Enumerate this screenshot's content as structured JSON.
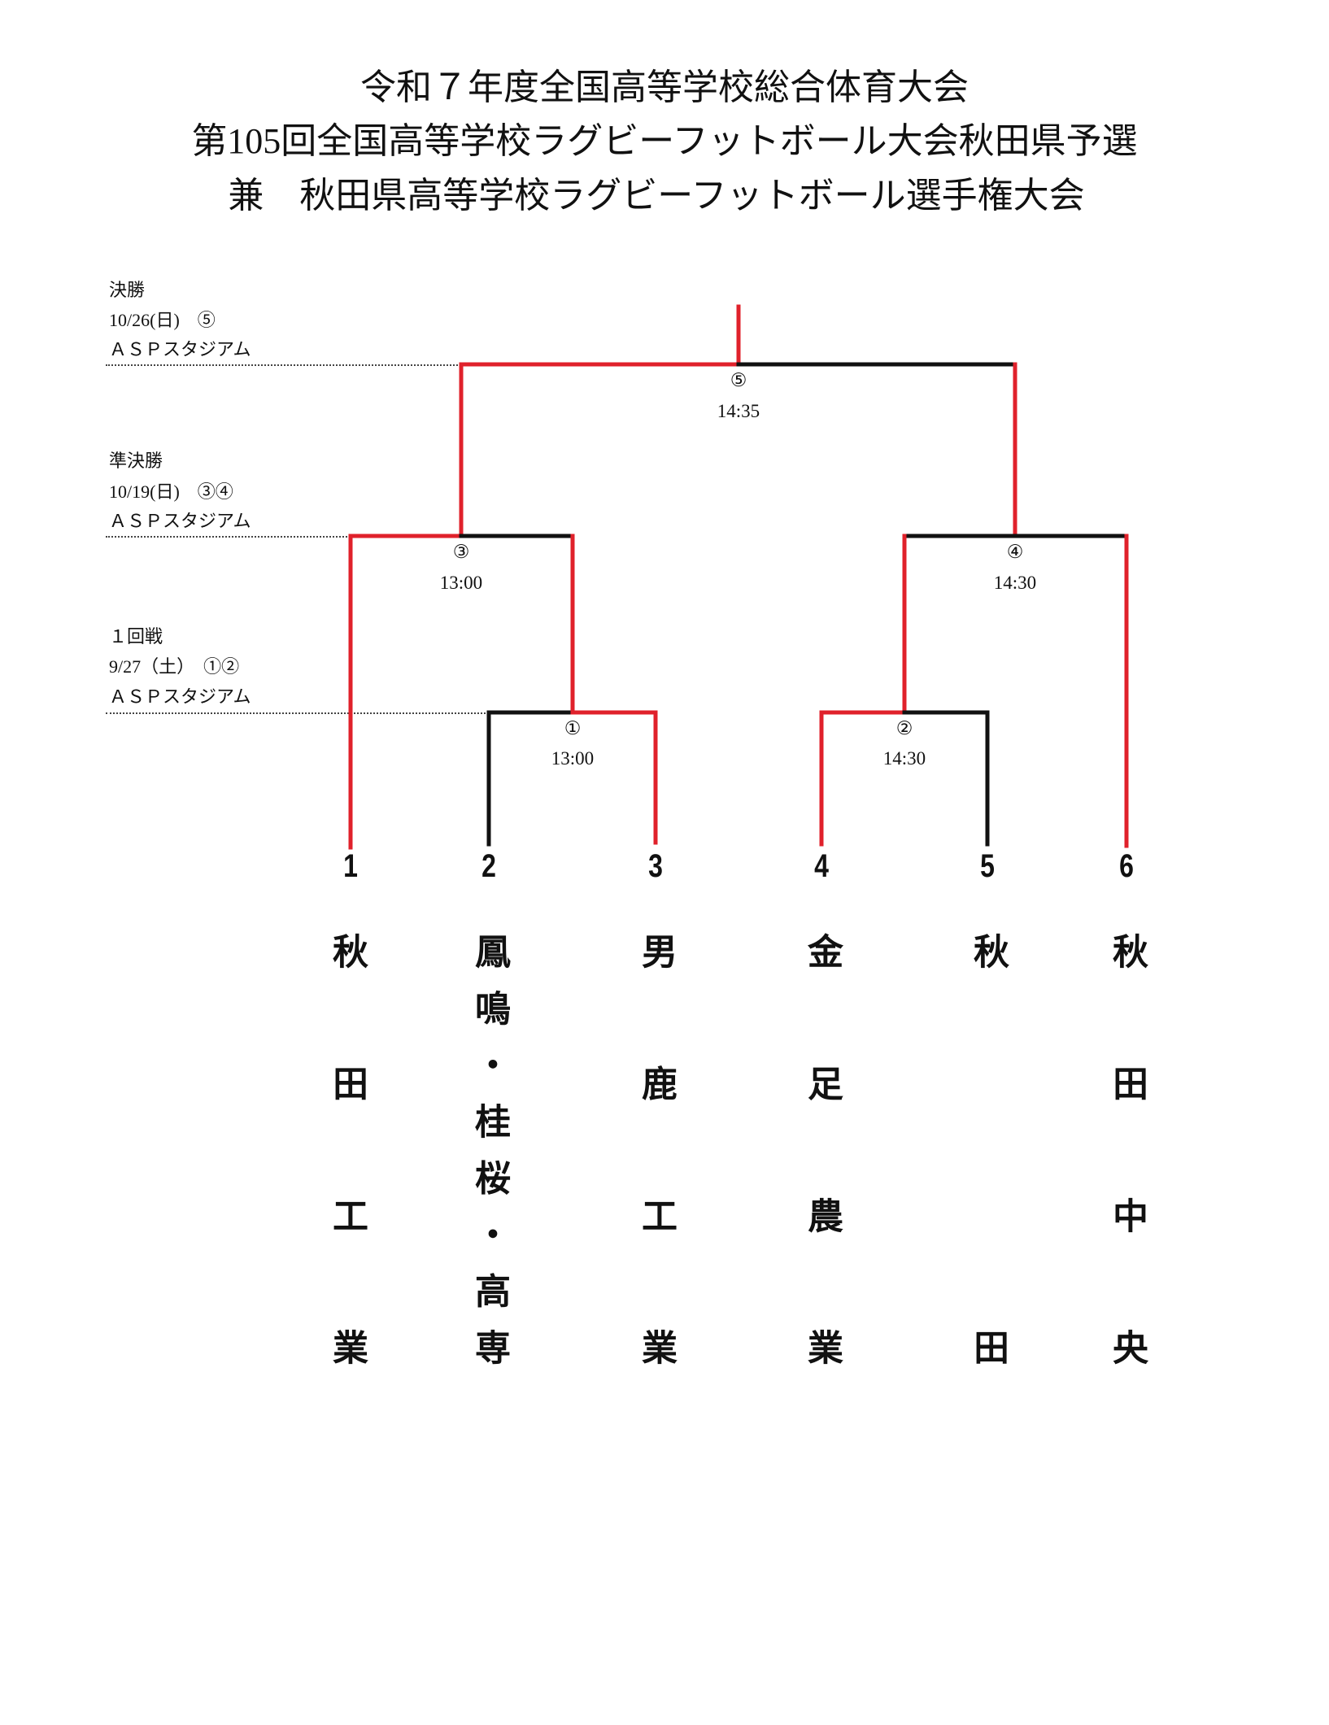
{
  "title": {
    "line1": "令和７年度全国高等学校総合体育大会",
    "line2": "第105回全国高等学校ラグビーフットボール大会秋田県予選",
    "line3": "兼　秋田県高等学校ラグビーフットボール選手権大会"
  },
  "rounds": {
    "final": {
      "name": "決勝",
      "date": "10/26(日)　⑤",
      "venue": "ＡＳＰスタジアム"
    },
    "semi": {
      "name": "準決勝",
      "date": "10/19(日)　③④",
      "venue": "ＡＳＰスタジアム"
    },
    "first": {
      "name": "１回戦",
      "date": "9/27（土）　①②",
      "venue": "ＡＳＰスタジアム"
    }
  },
  "matches": [
    {
      "id": "①",
      "time": "13:00"
    },
    {
      "id": "②",
      "time": "14:30"
    },
    {
      "id": "③",
      "time": "13:00"
    },
    {
      "id": "④",
      "time": "14:30"
    },
    {
      "id": "⑤",
      "time": "14:35"
    }
  ],
  "teams": [
    {
      "seed": "1",
      "name": "秋田工業"
    },
    {
      "seed": "2",
      "name": "鳳鳴・桂桜・高専"
    },
    {
      "seed": "3",
      "name": "男鹿工業"
    },
    {
      "seed": "4",
      "name": "金足農業"
    },
    {
      "seed": "5",
      "name": "秋田"
    },
    {
      "seed": "6",
      "name": "秋田中央"
    }
  ],
  "colors": {
    "winner_line": "#e0212b",
    "line": "#111111"
  }
}
